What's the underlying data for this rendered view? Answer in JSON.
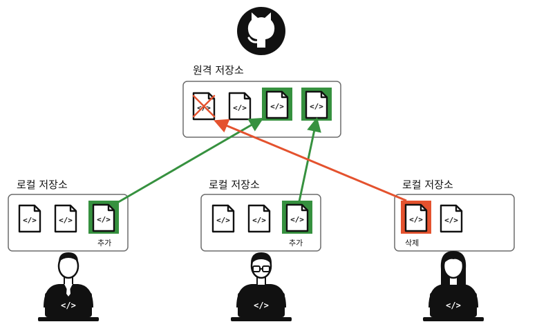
{
  "remote": {
    "label": "원격 저장소",
    "logo_icon": "github-octocat-icon"
  },
  "locals": [
    {
      "label": "로컬 저장소",
      "change_label": "추가",
      "change": "add"
    },
    {
      "label": "로컬 저장소",
      "change_label": "추가",
      "change": "add"
    },
    {
      "label": "로컬 저장소",
      "change_label": "삭제",
      "change": "delete"
    }
  ],
  "file_icon": "code-file-icon",
  "colors": {
    "added": "#36913f",
    "deleted": "#e4522e",
    "outline": "#111111",
    "box_border": "#6b6b6b"
  }
}
